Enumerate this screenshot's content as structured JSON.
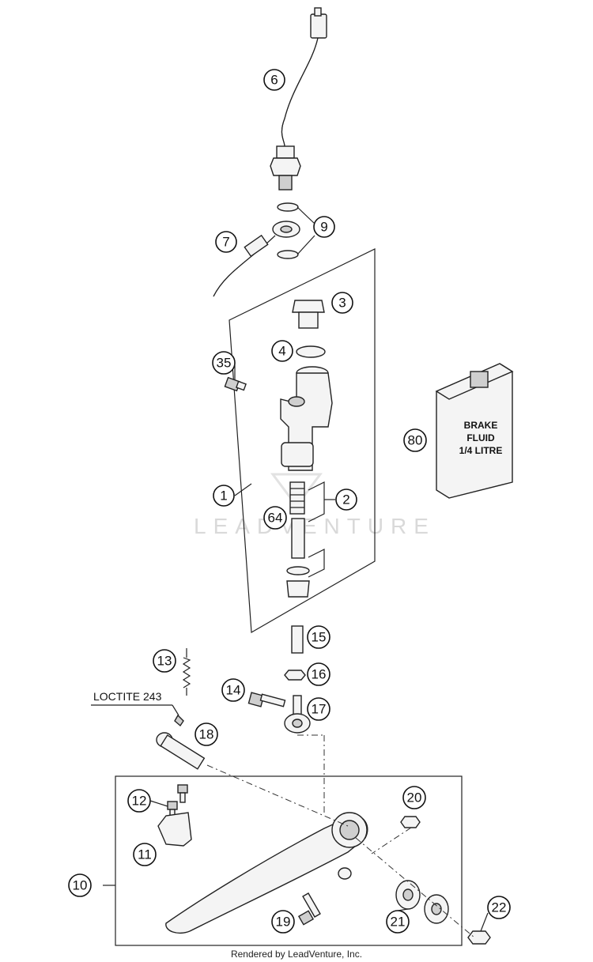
{
  "watermark": "LEADVENTURE",
  "footer": "Rendered by LeadVenture, Inc.",
  "note_loctite": "LOCTITE 243",
  "brake_fluid_label": [
    "BRAKE",
    "FLUID",
    "1/4 LITRE"
  ],
  "callouts": [
    {
      "id": "6",
      "name": "callout-6-brake-light-switch"
    },
    {
      "id": "9",
      "name": "callout-9-seal-rings"
    },
    {
      "id": "7",
      "name": "callout-7-brake-hose"
    },
    {
      "id": "3",
      "name": "callout-3-reservoir-cap"
    },
    {
      "id": "4",
      "name": "callout-4-o-ring"
    },
    {
      "id": "35",
      "name": "callout-35-screw"
    },
    {
      "id": "80",
      "name": "callout-80-brake-fluid"
    },
    {
      "id": "1",
      "name": "callout-1-master-cylinder"
    },
    {
      "id": "2",
      "name": "callout-2-repair-kit"
    },
    {
      "id": "64",
      "name": "callout-64-piston-assembly"
    },
    {
      "id": "15",
      "name": "callout-15-push-rod"
    },
    {
      "id": "13",
      "name": "callout-13-spring"
    },
    {
      "id": "16",
      "name": "callout-16-nut"
    },
    {
      "id": "14",
      "name": "callout-14-bolt"
    },
    {
      "id": "17",
      "name": "callout-17-clevis"
    },
    {
      "id": "18",
      "name": "callout-18-pivot-bolt"
    },
    {
      "id": "20",
      "name": "callout-20-nut"
    },
    {
      "id": "12",
      "name": "callout-12-screws"
    },
    {
      "id": "11",
      "name": "callout-11-pedal-step"
    },
    {
      "id": "10",
      "name": "callout-10-brake-pedal"
    },
    {
      "id": "19",
      "name": "callout-19-bolt"
    },
    {
      "id": "21",
      "name": "callout-21-bearings"
    },
    {
      "id": "22",
      "name": "callout-22-nut"
    }
  ]
}
